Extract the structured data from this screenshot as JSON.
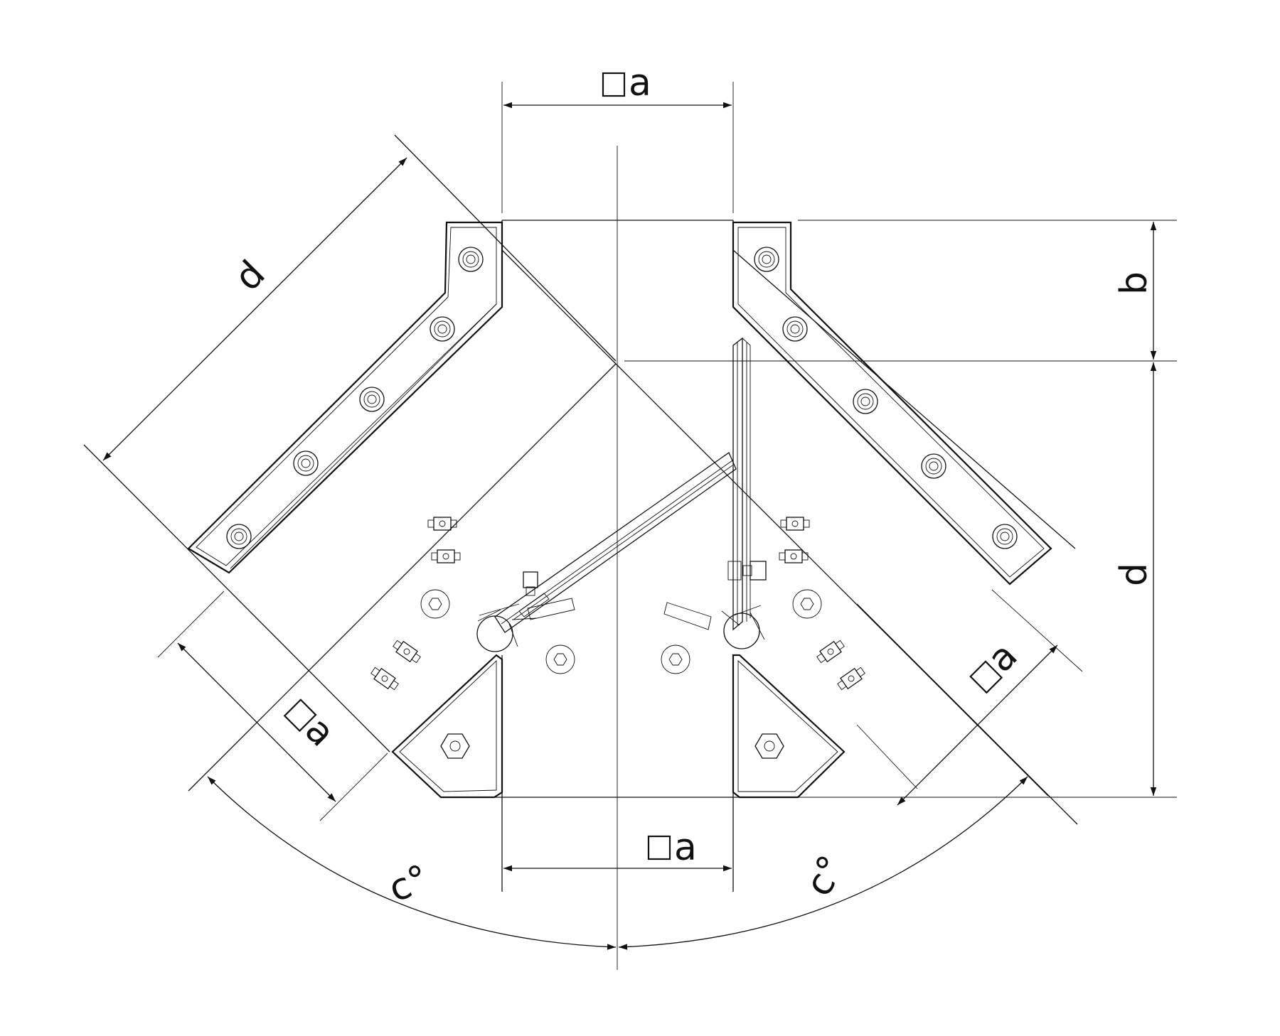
{
  "dimensions": {
    "top_width": "a",
    "bottom_width": "a",
    "left_branch_length": "d",
    "left_branch_width": "a",
    "right_branch_width": "a",
    "right_height_upper": "b",
    "right_height_lower": "d",
    "angle_left": "c°",
    "angle_right": "c°"
  },
  "colors": {
    "line": "#111111",
    "background": "#ffffff"
  }
}
